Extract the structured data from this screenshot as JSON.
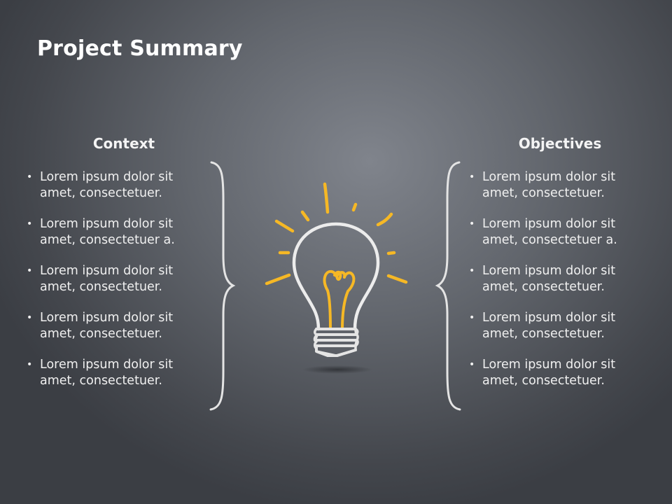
{
  "slide": {
    "title": "Project Summary",
    "colors": {
      "accent_yellow": "#f6b825",
      "line_white": "#e8e8e8",
      "background_center": "#80848c",
      "background_edge": "#3b3e44"
    }
  },
  "context": {
    "heading": "Context",
    "items": [
      {
        "bullet": "•",
        "text": "Lorem ipsum dolor sit amet, consectetuer."
      },
      {
        "bullet": "•",
        "text": "Lorem ipsum dolor sit amet, consectetuer a."
      },
      {
        "bullet": "•",
        "text": "Lorem ipsum dolor sit amet, consectetuer."
      },
      {
        "bullet": "•",
        "text": "Lorem ipsum dolor sit amet, consectetuer."
      },
      {
        "bullet": "•",
        "text": "Lorem ipsum dolor sit amet, consectetuer."
      }
    ]
  },
  "objectives": {
    "heading": "Objectives",
    "items": [
      {
        "bullet": "•",
        "text": "Lorem ipsum dolor sit amet, consectetuer."
      },
      {
        "bullet": "•",
        "text": "Lorem ipsum dolor sit amet, consectetuer a."
      },
      {
        "bullet": "•",
        "text": "Lorem ipsum dolor sit amet, consectetuer."
      },
      {
        "bullet": "•",
        "text": "Lorem ipsum dolor sit amet, consectetuer."
      },
      {
        "bullet": "•",
        "text": "Lorem ipsum dolor sit amet, consectetuer."
      }
    ]
  },
  "graphic": {
    "icon": "lightbulb-icon",
    "left_brace": "right-curly-brace-icon",
    "right_brace": "left-curly-brace-icon"
  }
}
